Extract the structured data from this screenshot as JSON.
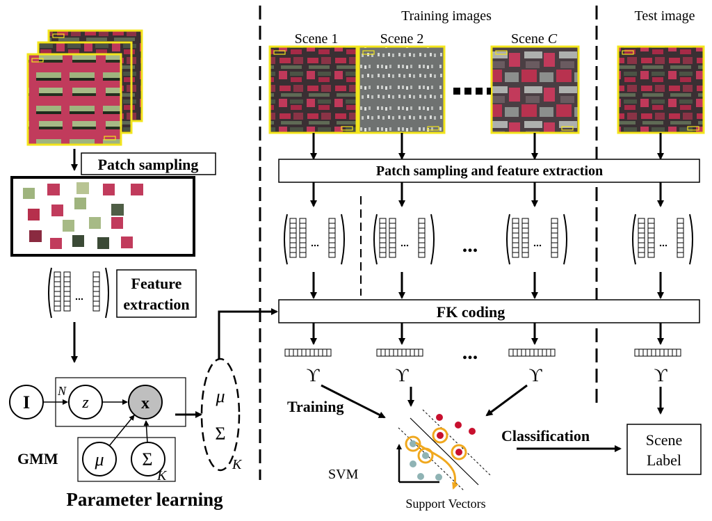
{
  "headings": {
    "training_images": "Training images",
    "test_image": "Test image"
  },
  "scenes": [
    {
      "label": "Scene 1"
    },
    {
      "label": "Scene 2"
    },
    {
      "label": "Scene ",
      "italic": "C"
    }
  ],
  "left": {
    "patch_sampling": "Patch sampling",
    "feature_extraction_1": "Feature",
    "feature_extraction_2": "extraction",
    "parameter_learning": "Parameter learning"
  },
  "gmm": {
    "label": "GMM",
    "node_I": "I",
    "node_z": "z",
    "node_x": "x",
    "node_mu": "μ",
    "node_sigma": "Σ",
    "plate_N": "N",
    "plate_K": "K"
  },
  "params": {
    "mu": "μ",
    "sigma": "Σ",
    "K": "K"
  },
  "pipeline": {
    "patch_feature": "Patch sampling and feature extraction",
    "fk_coding": "FK coding",
    "dots_mid": "...",
    "dots_small": "...",
    "fk_symbol": "ϒ"
  },
  "bottom": {
    "training": "Training",
    "classification": "Classification",
    "svm": "SVM",
    "support_vectors": "Support Vectors",
    "scene_label_1": "Scene",
    "scene_label_2": "Label"
  },
  "colors": {
    "frame_yellow": "#f3e51b",
    "vegetation_red": "#b62f4c",
    "point_red": "#c8102e",
    "point_teal": "#8fb3b4",
    "sv_ring": "#f0a81e",
    "gmm_x_fill": "#bfbfbf"
  }
}
